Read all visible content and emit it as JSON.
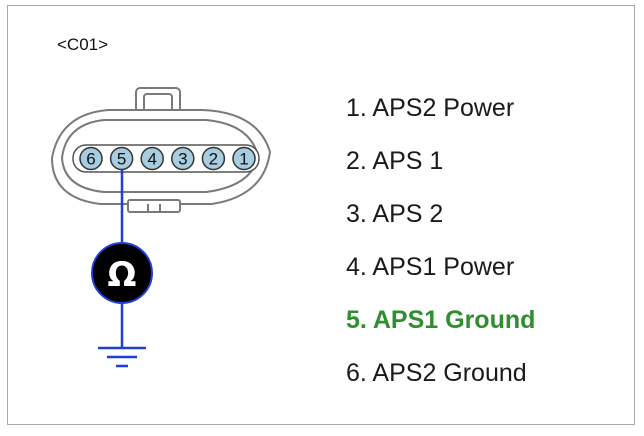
{
  "connector": {
    "id": "<C01>",
    "pins": [
      "6",
      "5",
      "4",
      "3",
      "2",
      "1"
    ],
    "probe_pin": "5",
    "meter_symbol": "Ω"
  },
  "pin_list": {
    "items": [
      {
        "text": "1. APS2 Power",
        "highlight": false
      },
      {
        "text": "2. APS 1",
        "highlight": false
      },
      {
        "text": "3. APS 2",
        "highlight": false
      },
      {
        "text": "4. APS1 Power",
        "highlight": false
      },
      {
        "text": "5. APS1 Ground",
        "highlight": true
      },
      {
        "text": "6. APS2 Ground",
        "highlight": false
      }
    ],
    "highlight_color": "#2f8f2f"
  },
  "colors": {
    "wire": "#1f3fd8",
    "pin_fill": "#a9cde0",
    "housing": "#7a7a7a",
    "meter": "#000000"
  }
}
